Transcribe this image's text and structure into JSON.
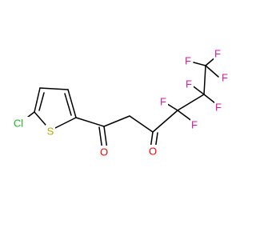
{
  "molecule": {
    "atoms": {
      "cl": {
        "text": "Cl",
        "color": "#1db81d"
      },
      "s": {
        "text": "S",
        "color": "#b8a800"
      },
      "o1": {
        "text": "O",
        "color": "#ff0000"
      },
      "o2": {
        "text": "O",
        "color": "#ff0000"
      },
      "f1": {
        "text": "F",
        "color": "#e0169c"
      },
      "f2": {
        "text": "F",
        "color": "#e0169c"
      },
      "f3": {
        "text": "F",
        "color": "#e0169c"
      },
      "f4": {
        "text": "F",
        "color": "#e0169c"
      },
      "f5": {
        "text": "F",
        "color": "#e0169c"
      },
      "f6": {
        "text": "F",
        "color": "#e0169c"
      },
      "f7": {
        "text": "F",
        "color": "#e0169c"
      }
    },
    "bond_color": "#000000"
  }
}
